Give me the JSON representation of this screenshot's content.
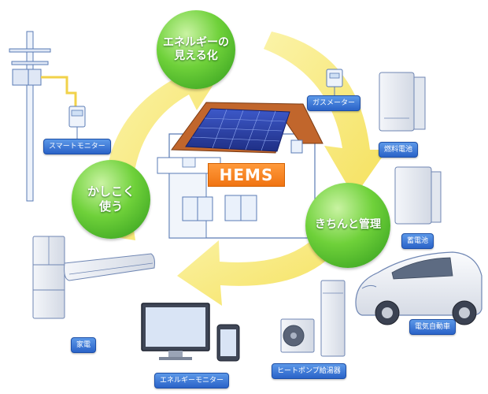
{
  "diagram": {
    "concepts": {
      "visualize": "エネルギーの\n見える化",
      "smart_use": "かしこく\n使う",
      "manage": "きちんと管理"
    },
    "center": {
      "label": "HEMS"
    },
    "devices": {
      "smart_monitor": "スマートモニター",
      "gas_meter": "ガスメーター",
      "fuel_cell": "燃料電池",
      "storage_battery": "蓄電池",
      "electric_vehicle": "電気自動車",
      "heat_pump": "ヒートポンプ給湯器",
      "energy_monitor": "エネルギーモニター",
      "appliances": "家電"
    },
    "colors": {
      "cycle_arrow": "#f7e87a",
      "concept_circle": "#4cbb2a",
      "device_label": "#2f6fd6",
      "hems_label": "#f58220",
      "roof": "#c1662c",
      "solar_panel": "#2b3f9e"
    }
  }
}
